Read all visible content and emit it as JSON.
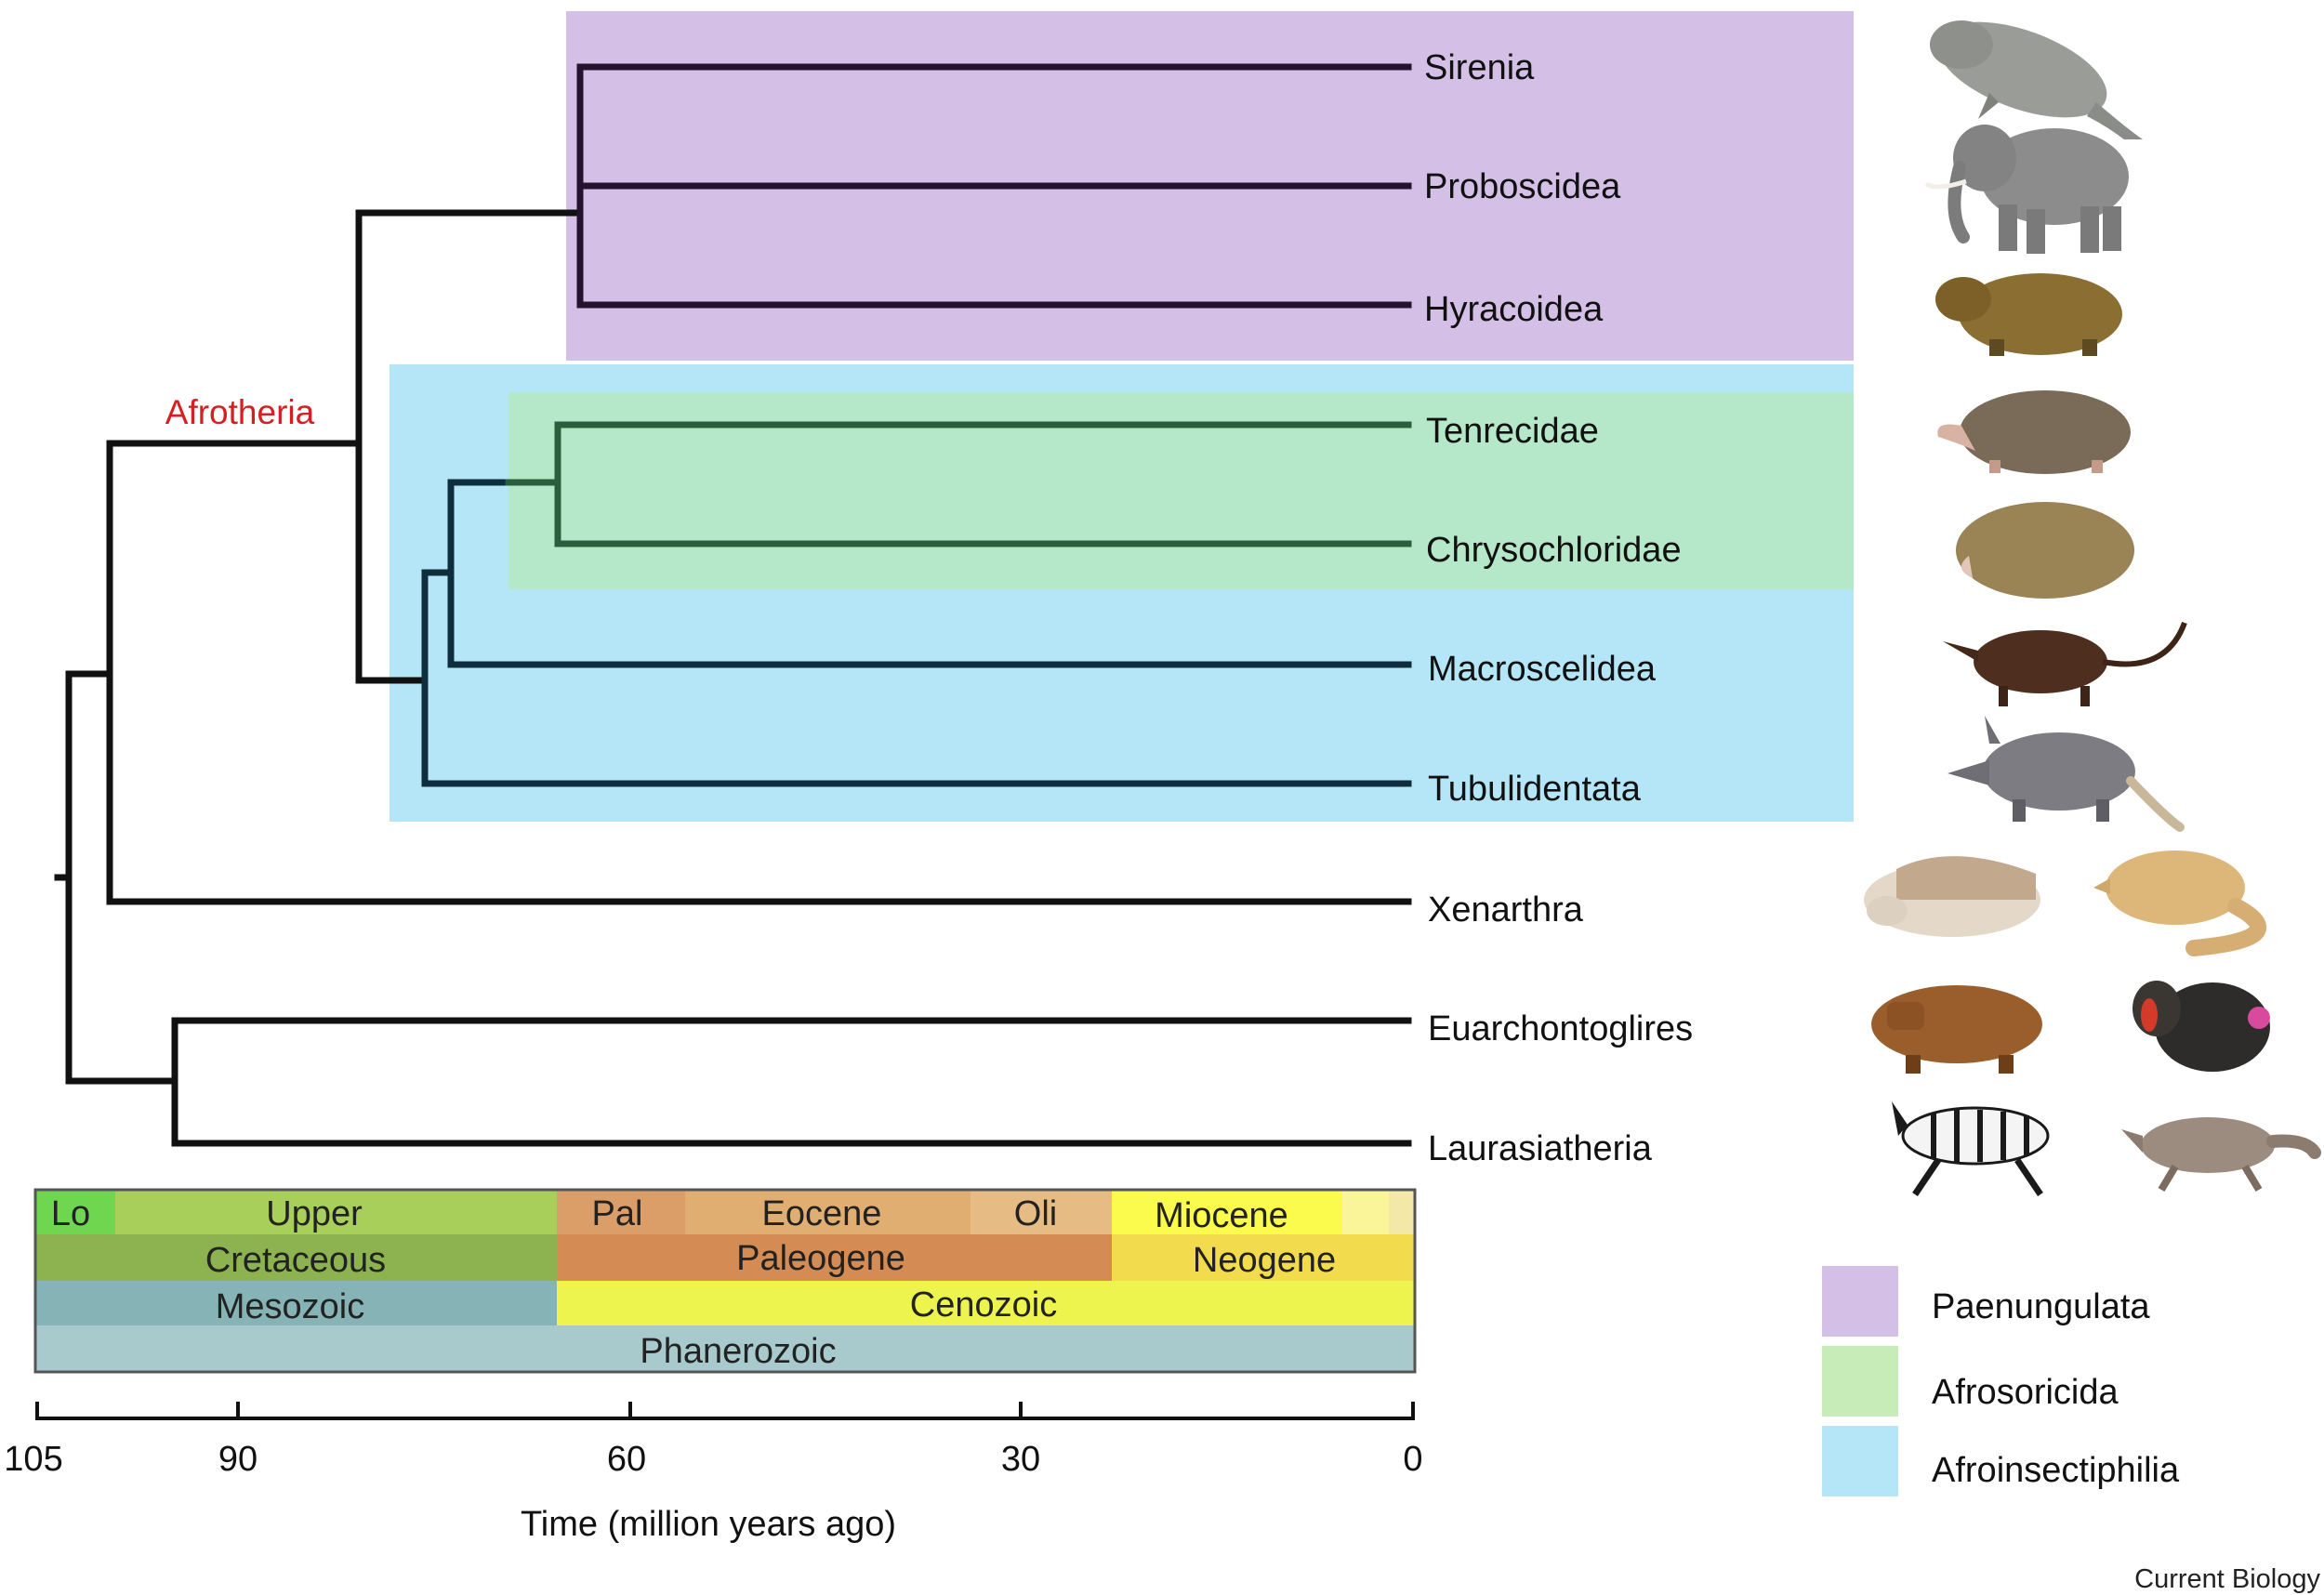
{
  "clade_label": "Afrotheria",
  "colors": {
    "clade_label": "#d42020",
    "paenungulata": "#d4c0e6",
    "afrosoricida": "#b4e8c8",
    "afroinsectiphilia": "#b4e6f8",
    "branch_black": "#111111",
    "branch_paen": "#24122e",
    "branch_afrosor": "#2a5e3c",
    "branch_afroins": "#0e2e3e"
  },
  "taxa": [
    {
      "name": "Sirenia",
      "animals": [
        "manatee"
      ]
    },
    {
      "name": "Proboscidea",
      "animals": [
        "elephant"
      ]
    },
    {
      "name": "Hyracoidea",
      "animals": [
        "hyrax"
      ]
    },
    {
      "name": "Tenrecidae",
      "animals": [
        "tenrec"
      ]
    },
    {
      "name": "Chrysochloridae",
      "animals": [
        "golden-mole"
      ]
    },
    {
      "name": "Macroscelidea",
      "animals": [
        "elephant-shrew"
      ]
    },
    {
      "name": "Tubulidentata",
      "animals": [
        "aardvark"
      ]
    },
    {
      "name": "Xenarthra",
      "animals": [
        "armadillo",
        "anteater"
      ]
    },
    {
      "name": "Euarchontoglires",
      "animals": [
        "capybara",
        "mandrill"
      ]
    },
    {
      "name": "Laurasiatheria",
      "animals": [
        "zebra",
        "wolf"
      ]
    }
  ],
  "timescale": {
    "epochs": [
      {
        "label": "Lo",
        "color": "#6fd650"
      },
      {
        "label": "Upper",
        "color": "#a8cf5a"
      },
      {
        "label": "Pal",
        "color": "#dc9e68"
      },
      {
        "label": "Eocene",
        "color": "#e0ae70"
      },
      {
        "label": "Oli",
        "color": "#e6bc84"
      },
      {
        "label": "Miocene",
        "color": "#fbfb4e"
      },
      {
        "label": "",
        "color": "#fbf59a"
      },
      {
        "label": "",
        "color": "#f4e8a8"
      }
    ],
    "periods": [
      {
        "label": "Cretaceous",
        "color": "#8cb350"
      },
      {
        "label": "Paleogene",
        "color": "#d48c54"
      },
      {
        "label": "Neogene",
        "color": "#f2dc4e"
      }
    ],
    "eras": [
      {
        "label": "Mesozoic",
        "color": "#86b4b6"
      },
      {
        "label": "Cenozoic",
        "color": "#eef44e"
      }
    ],
    "eon": {
      "label": "Phanerozoic",
      "color": "#a8cacc"
    }
  },
  "axis": {
    "label": "Time (million years ago)",
    "ticks": [
      "105",
      "90",
      "60",
      "30",
      "0"
    ]
  },
  "legend": [
    {
      "label": "Paenungulata",
      "color": "#d4c0e6"
    },
    {
      "label": "Afrosoricida",
      "color": "#c8ecb8"
    },
    {
      "label": "Afroinsectiphilia",
      "color": "#b4e6f8"
    }
  ],
  "credit": "Current Biology"
}
